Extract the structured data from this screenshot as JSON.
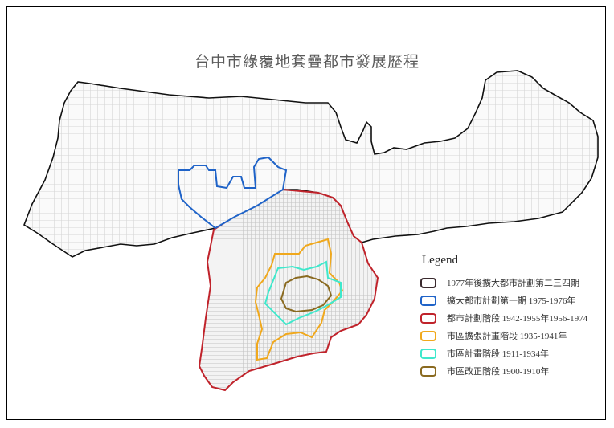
{
  "map": {
    "title": "台中市綠覆地套疊都市發展歷程"
  },
  "legend": {
    "title": "Legend",
    "items": [
      {
        "label": "1977年後擴大都市計劃第二三四期",
        "color": "#3a2a2e"
      },
      {
        "label": "擴大都市計劃第一期 1975-1976年",
        "color": "#1f63c8"
      },
      {
        "label": "都市計劃階段 1942-1955年1956-1974",
        "color": "#c0232b"
      },
      {
        "label": "市區擴張計畫階段 1935-1941年",
        "color": "#f0a81c"
      },
      {
        "label": "市區計畫階段 1911-1934年",
        "color": "#3fe8cc"
      },
      {
        "label": "市區改正階段 1900-1910年",
        "color": "#8a6a20"
      }
    ]
  }
}
